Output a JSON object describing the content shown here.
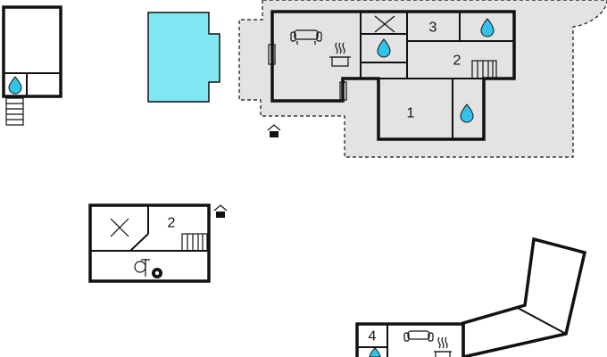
{
  "rooms": {
    "main_bedroom_1": "1",
    "main_bedroom_2": "2",
    "main_bedroom_3": "3",
    "annex_bedroom_2": "2",
    "lower_bedroom_4": "4"
  },
  "icons": {
    "bathroom": "water-drop-icon",
    "living": "sofa-icon",
    "kitchen": "cooking-pot-icon",
    "stairs": "staircase-icon",
    "entrance": "entrance-icon",
    "storage": "cross-icon",
    "sauna": "sauna-icon"
  },
  "colors": {
    "pool": "#7fe6f2",
    "terrace": "#e3e3e3",
    "water_drop": "#34c3e8",
    "wall": "#111111"
  }
}
